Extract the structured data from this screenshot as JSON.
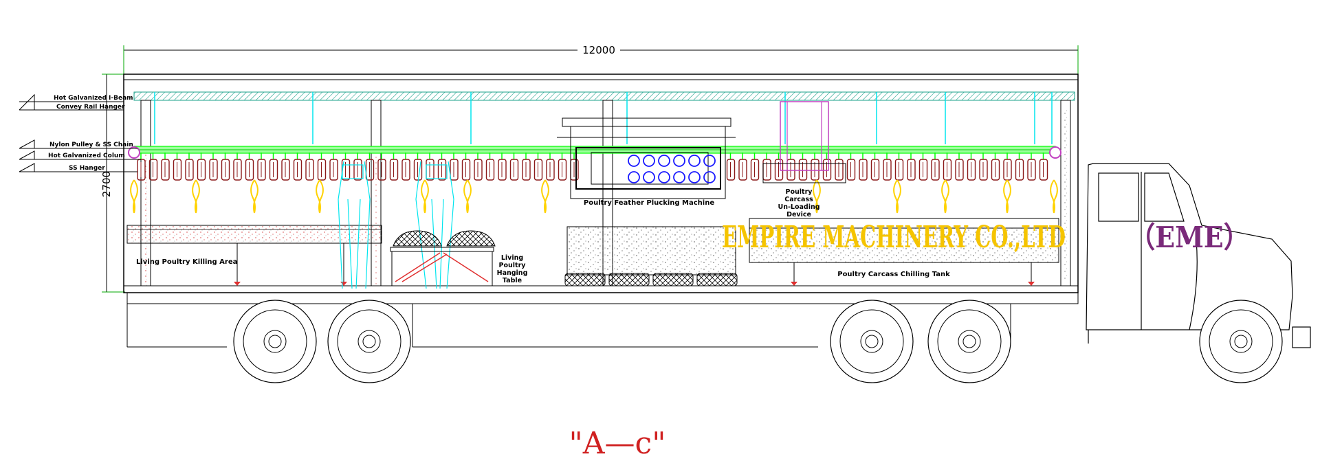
{
  "dimensions": {
    "length": "12000",
    "height": "2700"
  },
  "callouts": {
    "ibeam_line1": "Hot Galvanized I-Beam",
    "ibeam_line2": "Convey Rail Hanger",
    "pulley": "Nylon Pulley & SS Chain",
    "column": "Hot Galvanized Colum",
    "hanger": "SS Hanger"
  },
  "areas": {
    "killing": "Living Poultry Killing Area",
    "hanging_line1": "Living",
    "hanging_line2": "Poultry",
    "hanging_line3": "Hanging",
    "hanging_line4": "Table",
    "plucking": "Poultry Feather Plucking Machine",
    "unloading_line1": "Poultry",
    "unloading_line2": "Carcass",
    "unloading_line3": "Un-Loading",
    "unloading_line4": "Device",
    "chilling": "Poultry Carcass Chilling Tank"
  },
  "brand": {
    "name": "EMPIRE MACHINERY CO.,LTD",
    "abbr": "（EME）"
  },
  "caption": "\"A—c\"",
  "colors": {
    "line": "#000000",
    "rail_green": "#00ff00",
    "hanger_cyan": "#00e5ee",
    "shackle_red": "#8b1a1a",
    "hatch_red": "#e03030",
    "roller_blue": "#1a1aff",
    "chicken_yellow": "#ffd200",
    "unloader_purple": "#c040c0",
    "brand_gold": "#f5c400",
    "brand_purple": "#7a2a7a",
    "caption_red": "#d02020"
  }
}
